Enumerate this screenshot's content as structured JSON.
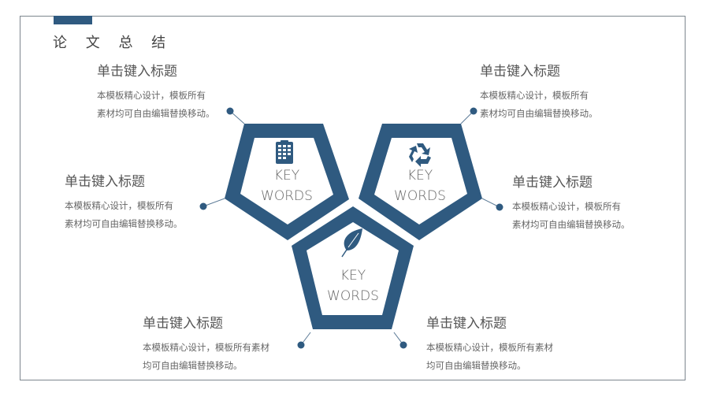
{
  "slide": {
    "title": "论 文 总 结",
    "colors": {
      "accent": "#2f5a80",
      "frame": "#7d868e",
      "text": "#555555"
    }
  },
  "pentagons": [
    {
      "id": "left",
      "icon": "clipboard-icon",
      "line1": "KEY",
      "line2": "WORDS"
    },
    {
      "id": "right",
      "icon": "recycle-icon",
      "line1": "KEY",
      "line2": "WORDS"
    },
    {
      "id": "bottom",
      "icon": "leaf-icon",
      "line1": "KEY",
      "line2": "WORDS"
    }
  ],
  "blocks": [
    {
      "title": "单击键入标题",
      "line1": "本模板精心设计，模板所有",
      "line2": "素材均可自由编辑替换移动。"
    },
    {
      "title": "单击键入标题",
      "line1": "本模板精心设计，模板所有",
      "line2": "素材均可自由编辑替换移动。"
    },
    {
      "title": "单击键入标题",
      "line1": "本模板精心设计，模板所有",
      "line2": "素材均可自由编辑替换移动。"
    },
    {
      "title": "单击键入标题",
      "line1": "本模板精心设计，模板所有",
      "line2": "素材均可自由编辑替换移动。"
    },
    {
      "title": "单击键入标题",
      "line1": "本模板精心设计，模板所有素材",
      "line2": "均可自由编辑替换移动。"
    },
    {
      "title": "单击键入标题",
      "line1": "本模板精心设计，模板所有素材",
      "line2": "均可自由编辑替换移动。"
    }
  ]
}
